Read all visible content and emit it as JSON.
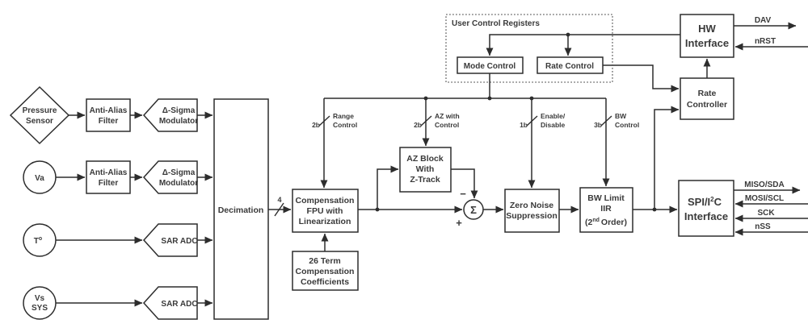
{
  "palette": {
    "stroke": "#2d2d2d",
    "text": "#3a3a3a",
    "background": "#ffffff"
  },
  "sources": {
    "pressure": {
      "l1": "Pressure",
      "l2": "Sensor"
    },
    "va": {
      "l1": "Va"
    },
    "temp": {
      "base": "T",
      "sup": "o"
    },
    "vsys": {
      "l1": "Vs",
      "l2": "SYS"
    }
  },
  "blocks": {
    "aaf1": {
      "l1": "Anti-Alias",
      "l2": "Filter"
    },
    "aaf2": {
      "l1": "Anti-Alias",
      "l2": "Filter"
    },
    "dsm1": {
      "l1": "Δ-Sigma",
      "l2": "Modulator"
    },
    "dsm2": {
      "l1": "Δ-Sigma",
      "l2": "Modulator"
    },
    "sar1": {
      "l1": "SAR ADC"
    },
    "sar2": {
      "l1": "SAR ADC"
    },
    "decimation": {
      "l1": "Decimation"
    },
    "fpu": {
      "l1": "Compensation",
      "l2": "FPU with",
      "l3": "Linearization"
    },
    "coeff": {
      "l1": "26 Term",
      "l2": "Compensation",
      "l3": "Coefficients"
    },
    "az": {
      "l1": "AZ Block",
      "l2": "With",
      "l3": "Z-Track"
    },
    "zns": {
      "l1": "Zero Noise",
      "l2": "Suppression"
    },
    "bw": {
      "l1": "BW Limit",
      "l2": "IIR",
      "l3a": "(2",
      "l3sup": "nd",
      "l3b": "Order)"
    },
    "spi": {
      "l1a": "SPI/I",
      "l1sup": "2",
      "l1b": "C",
      "l2": "Interface"
    },
    "hw": {
      "l1": "HW",
      "l2": "Interface"
    },
    "ratecontroller": {
      "l1": "Rate",
      "l2": "Controller"
    },
    "mode_reg": {
      "l1": "Mode Control"
    },
    "rate_reg": {
      "l1": "Rate Control"
    },
    "ucr": {
      "l1": "User Control Registers"
    }
  },
  "sum": {
    "symbol": "Σ",
    "plus": "+",
    "minus": "−"
  },
  "taps": {
    "range": {
      "bits": "2b",
      "l1": "Range",
      "l2": "Control"
    },
    "az": {
      "bits": "2b",
      "l1": "AZ with",
      "l2": "Control"
    },
    "enable": {
      "bits": "1b",
      "l1": "Enable/",
      "l2": "Disable"
    },
    "bw": {
      "bits": "3b",
      "l1": "BW",
      "l2": "Control"
    }
  },
  "wire_labels": {
    "dec_width": "4"
  },
  "ports": {
    "dav": "DAV",
    "nrst": "nRST",
    "miso": "MISO/SDA",
    "mosi": "MOSI/SCL",
    "sck": "SCK",
    "nss": "nSS"
  }
}
